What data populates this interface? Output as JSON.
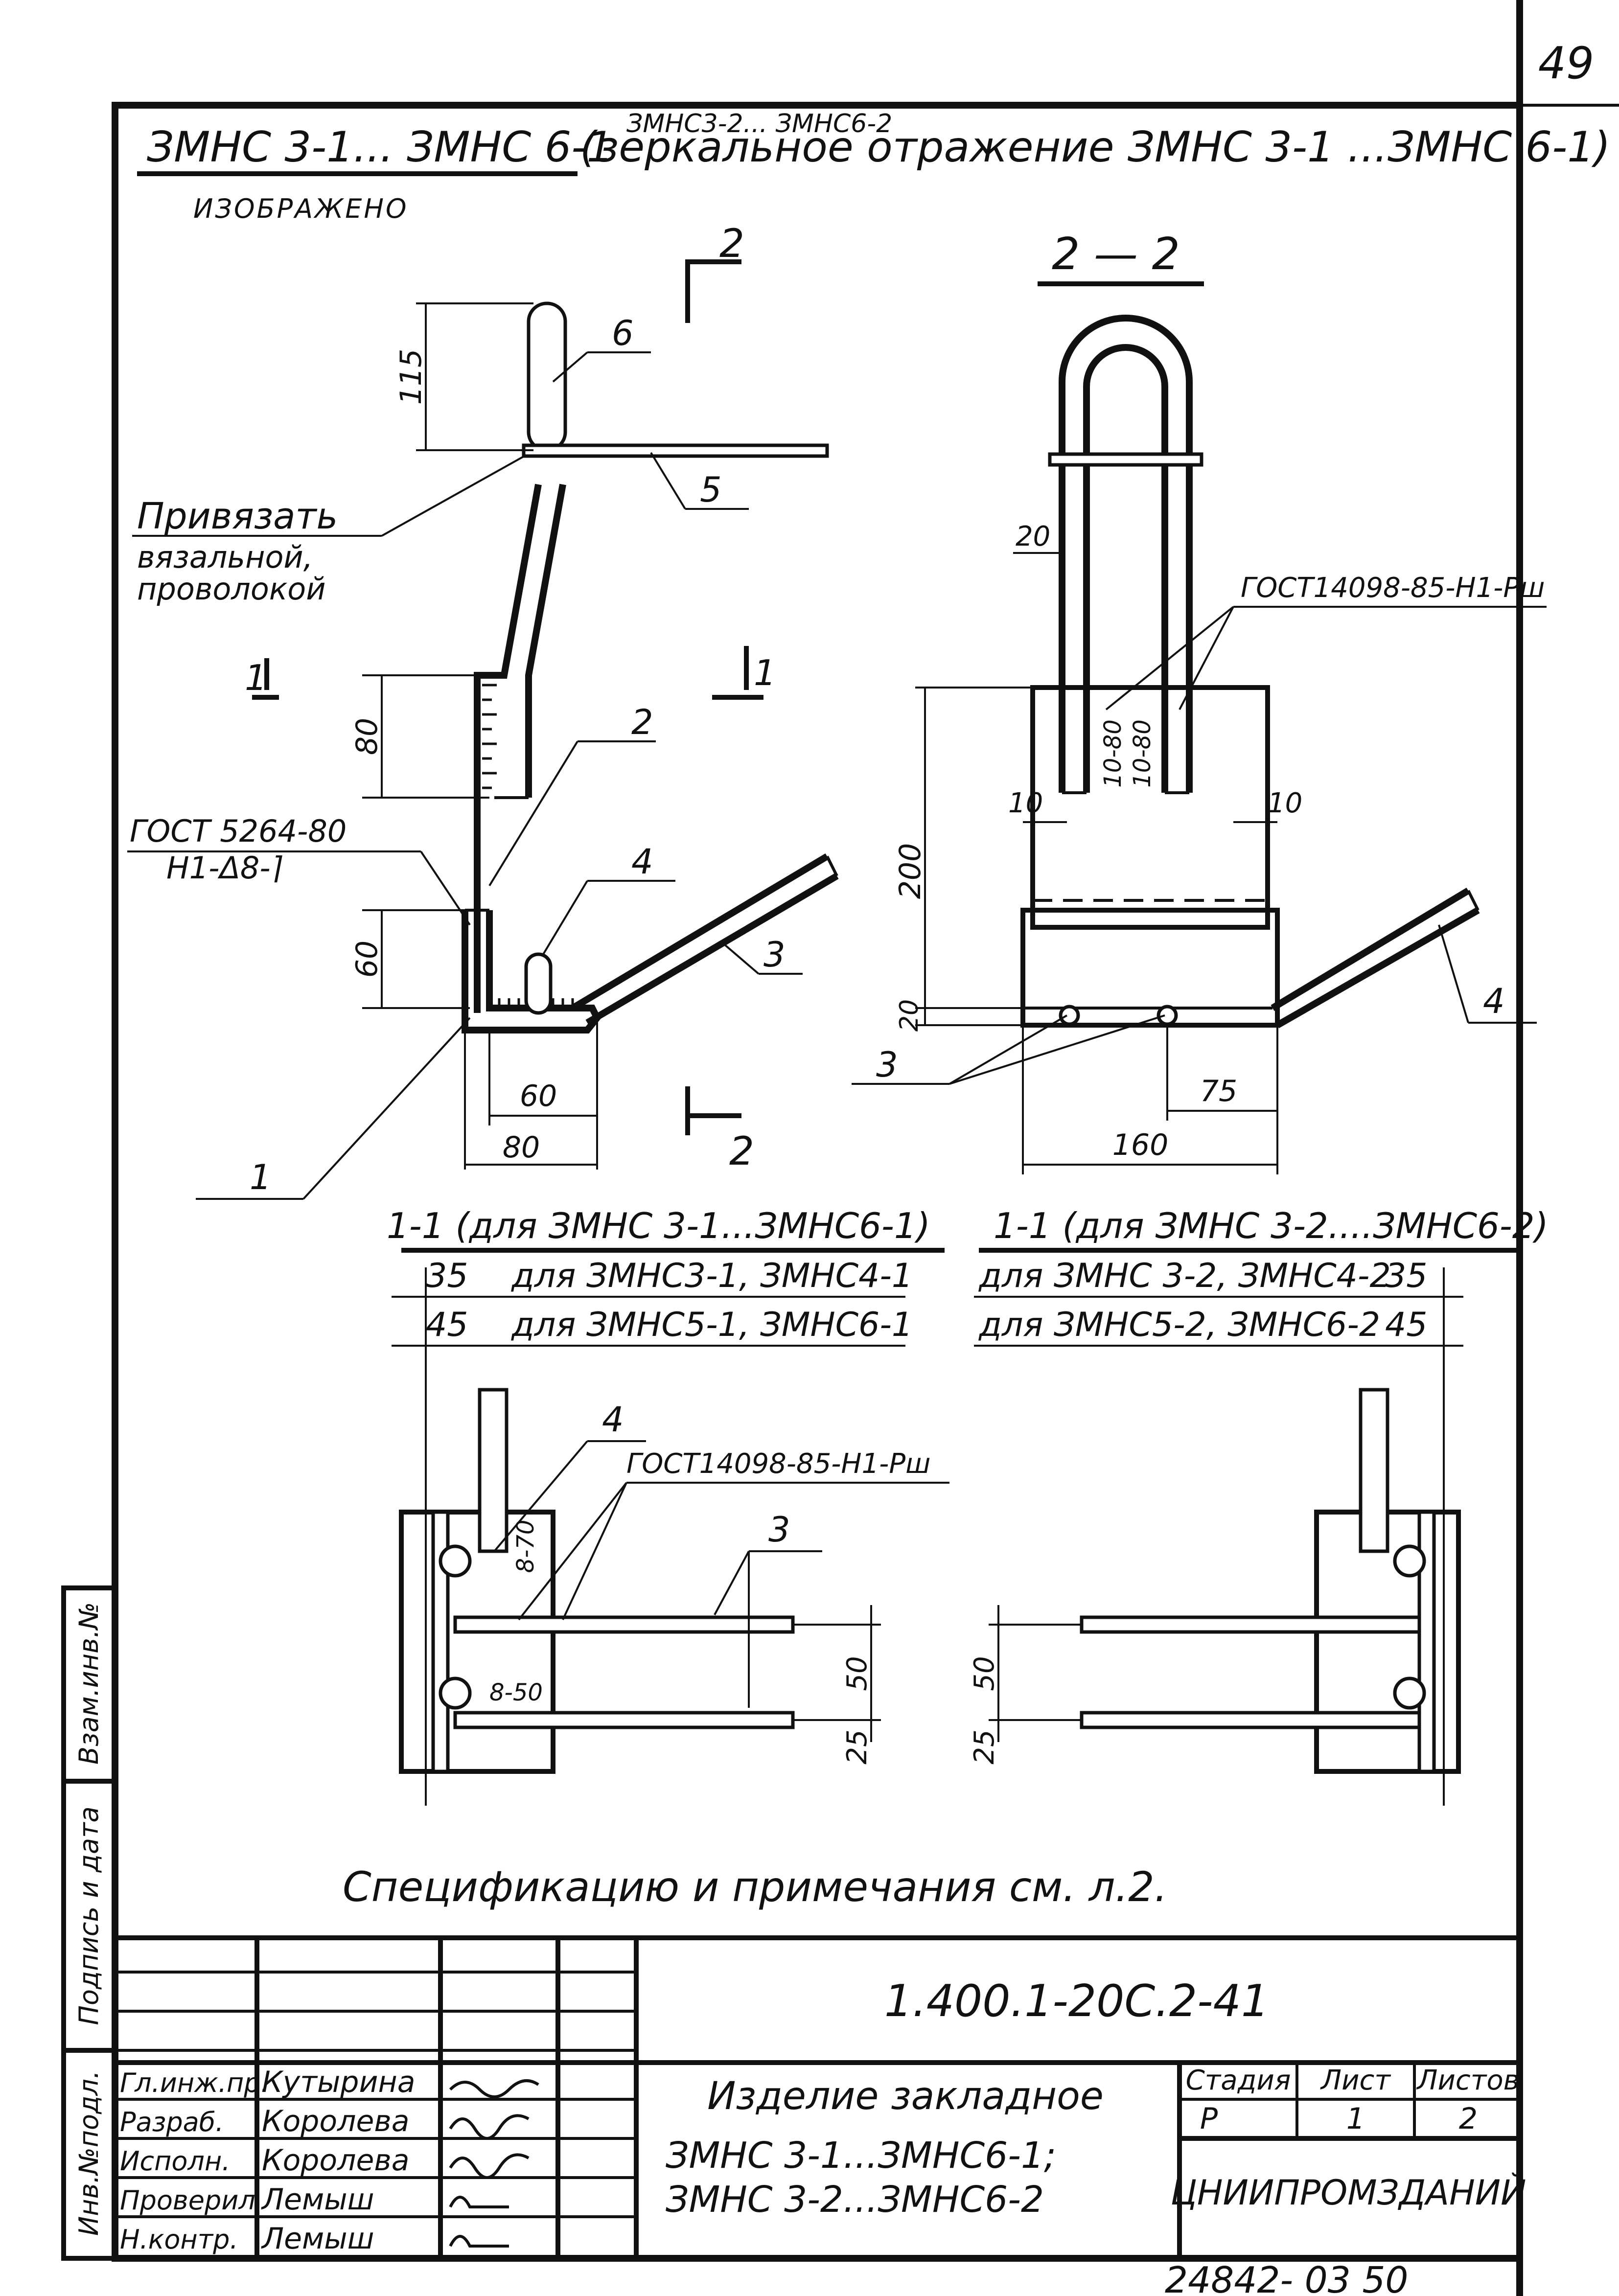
{
  "sheet": {
    "page_number": "49",
    "archive_code": "24842- 03   50"
  },
  "header": {
    "title_main": "ЗМНС 3-1... ЗМНС 6-1",
    "title_superscript": "ЗМНС3-2... ЗМНС6-2",
    "title_mirror": "(зеркальное отражение ЗМНС 3-1 ...ЗМНС 6-1)",
    "shown_label": "ИЗОБРАЖЕНО"
  },
  "side_view": {
    "dims": {
      "d115": "115",
      "d80_top": "80",
      "d60": "60",
      "d60_bottom": "60",
      "d80_bottom": "80"
    },
    "callouts": {
      "c1": "1",
      "c2": "2",
      "c3": "3",
      "c4": "4",
      "c5": "5",
      "c6": "6"
    },
    "tie_note": [
      "Привязать",
      "вязальной,",
      "проволокой"
    ],
    "weld_standard": [
      "ГОСТ 5264-80",
      "Н1-Δ8-⌉"
    ],
    "section_marks": {
      "sec1": "1",
      "sec2": "2"
    }
  },
  "section_2_2": {
    "title": "2 — 2",
    "dims": {
      "d20_top": "20",
      "d10_left": "10",
      "d10_right": "10",
      "d200": "200",
      "d20_bottom": "20",
      "d75": "75",
      "d160": "160",
      "w1": "10-80",
      "w2": "10-80"
    },
    "weld_standard": "ГОСТ14098-85-Н1-Рш",
    "callouts": {
      "c3": "3",
      "c4": "4"
    }
  },
  "section_1_1_left": {
    "title": "1-1 (для ЗМНС 3-1...ЗМНС6-1)",
    "row1_dim": "35",
    "row1_text": "для ЗМНС3-1, ЗМНС4-1",
    "row2_dim": "45",
    "row2_text": "для ЗМНС5-1, ЗМНС6-1",
    "weld_standard": "ГОСТ14098-85-Н1-Рш",
    "w1": "8-70",
    "w2": "8-50",
    "callouts": {
      "c3": "3",
      "c4": "4"
    },
    "dims": {
      "d50": "50",
      "d25": "25"
    }
  },
  "section_1_1_right": {
    "title": "1-1 (для ЗМНС 3-2....ЗМНС6-2)",
    "row1_text": "для ЗМНС 3-2, ЗМНС4-2",
    "row1_dim": "35",
    "row2_text": "для ЗМНС5-2, ЗМНС6-2",
    "row2_dim": "45",
    "dims": {
      "d50": "50",
      "d25": "25"
    }
  },
  "note": "Спецификацию и примечания см. л.2.",
  "side_stamp": {
    "col1": "Инв.№подл.",
    "col2": "Подпись и дата",
    "col3": "Взам.инв.№"
  },
  "title_block": {
    "doc_code": "1.400.1-20С.2-41",
    "roles": [
      {
        "role": "Гл.инж.пр.",
        "name": "Кутырина"
      },
      {
        "role": "Разраб.",
        "name": "Королева"
      },
      {
        "role": "Исполн.",
        "name": "Королева"
      },
      {
        "role": "Проверил",
        "name": "Лемыш"
      },
      {
        "role": "Н.контр.",
        "name": "Лемыш"
      }
    ],
    "item_title": "Изделие закладное",
    "item_line1": "ЗМНС 3-1...ЗМНС6-1;",
    "item_line2": "ЗМНС 3-2...ЗМНС6-2",
    "stage_label": "Стадия",
    "sheet_label": "Лист",
    "sheets_label": "Листов",
    "stage": "Р",
    "sheet": "1",
    "sheets": "2",
    "organization": "ЦНИИПРОМЗДАНИЙ"
  }
}
